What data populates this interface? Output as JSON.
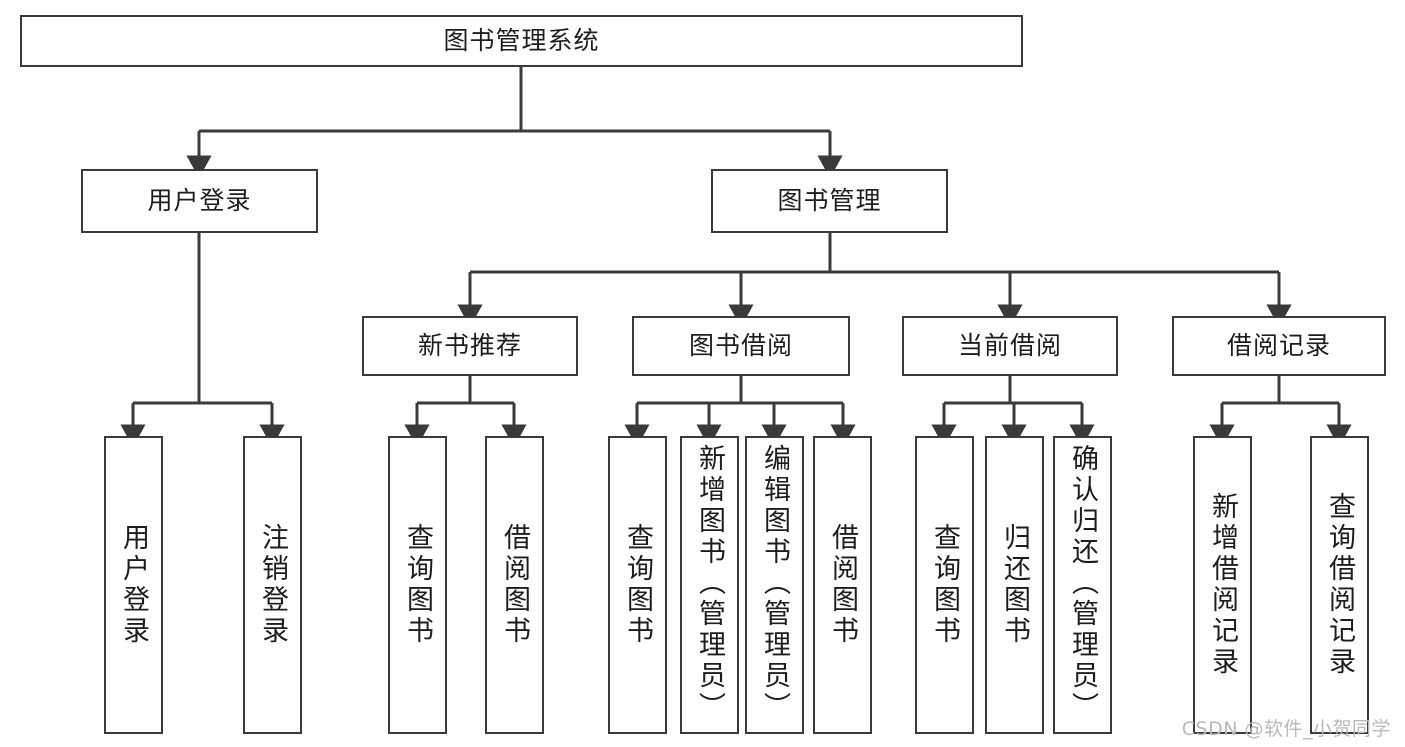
{
  "diagram": {
    "title": "图书管理系统",
    "type": "tree",
    "levels": {
      "root": {
        "id": "root",
        "label": "图书管理系统"
      },
      "level2": [
        {
          "id": "user-login",
          "label": "用户登录"
        },
        {
          "id": "book-manage",
          "label": "图书管理"
        }
      ],
      "level3": [
        {
          "id": "new-book-recommend",
          "label": "新书推荐",
          "parent": "book-manage"
        },
        {
          "id": "book-borrow",
          "label": "图书借阅",
          "parent": "book-manage"
        },
        {
          "id": "current-borrow",
          "label": "当前借阅",
          "parent": "book-manage"
        },
        {
          "id": "borrow-record",
          "label": "借阅记录",
          "parent": "book-manage"
        }
      ],
      "leaves": [
        {
          "id": "leaf-user-login",
          "label": "用户登录",
          "parent": "user-login"
        },
        {
          "id": "leaf-user-logout",
          "label": "注销登录",
          "parent": "user-login"
        },
        {
          "id": "leaf-query-book-1",
          "label": "查询图书",
          "parent": "new-book-recommend"
        },
        {
          "id": "leaf-borrow-book-1",
          "label": "借阅图书",
          "parent": "new-book-recommend"
        },
        {
          "id": "leaf-query-book-2",
          "label": "查询图书",
          "parent": "book-borrow"
        },
        {
          "id": "leaf-add-book",
          "label": "新增图书（管理员）",
          "parent": "book-borrow"
        },
        {
          "id": "leaf-edit-book",
          "label": "编辑图书（管理员）",
          "parent": "book-borrow"
        },
        {
          "id": "leaf-borrow-book-2",
          "label": "借阅图书",
          "parent": "book-borrow"
        },
        {
          "id": "leaf-query-book-3",
          "label": "查询图书",
          "parent": "current-borrow"
        },
        {
          "id": "leaf-return-book",
          "label": "归还图书",
          "parent": "current-borrow"
        },
        {
          "id": "leaf-confirm-return",
          "label": "确认归还（管理员）",
          "parent": "current-borrow"
        },
        {
          "id": "leaf-add-record",
          "label": "新增借阅记录",
          "parent": "borrow-record"
        },
        {
          "id": "leaf-query-record",
          "label": "查询借阅记录",
          "parent": "borrow-record"
        }
      ]
    },
    "colors": {
      "box_border": "#3a3a3a",
      "box_fill": "#ffffff",
      "edge": "#3a3a3a",
      "text": "#1d1d1d",
      "watermark": "#b9b9b9"
    }
  },
  "watermark": {
    "text": "CSDN @软件_小贺同学"
  }
}
